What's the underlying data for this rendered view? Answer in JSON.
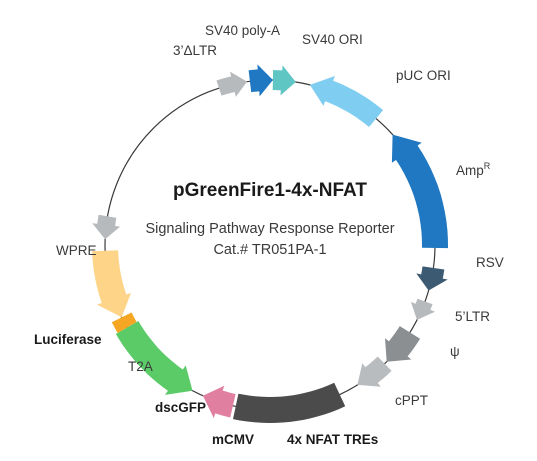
{
  "plasmid": {
    "name": "pGreenFire1-4x-NFAT",
    "subtitle": "Signaling Pathway Response Reporter",
    "catalog": "Cat.# TR051PA-1"
  },
  "features": [
    {
      "id": "sv40-polya",
      "label": "SV40 poly-A",
      "color": "#1f78c1"
    },
    {
      "id": "sv40-ori",
      "label": "SV40 ORI",
      "color": "#5fc6c4"
    },
    {
      "id": "puc-ori",
      "label": "pUC ORI",
      "color": "#7fcdf0"
    },
    {
      "id": "ampr",
      "label": "Amp",
      "label_sup": "R",
      "color": "#1f78c1"
    },
    {
      "id": "rsv",
      "label": "RSV",
      "color": "#3c5a72"
    },
    {
      "id": "ltr5",
      "label": "5’LTR",
      "color": "#b7babd"
    },
    {
      "id": "psi",
      "label": "ψ",
      "color": "#8c8f92"
    },
    {
      "id": "cppt",
      "label": "cPPT",
      "color": "#b9bcbf"
    },
    {
      "id": "nfat-tres",
      "label": "4x NFAT TREs",
      "color": "#4b4b4b"
    },
    {
      "id": "mcmv",
      "label": "mCMV",
      "color": "#e07fa0"
    },
    {
      "id": "dscgfp",
      "label": "dscGFP",
      "color": "#5bcb68"
    },
    {
      "id": "t2a",
      "label": "T2A",
      "color": "#f5a623"
    },
    {
      "id": "luciferase",
      "label": "Luciferase",
      "color": "#fdd488"
    },
    {
      "id": "wpre",
      "label": "WPRE",
      "color": "#b7babd"
    },
    {
      "id": "ltr3",
      "label": "3’ΔLTR",
      "color": "#b7babd"
    }
  ],
  "backbone_color": "#3a3a3a"
}
